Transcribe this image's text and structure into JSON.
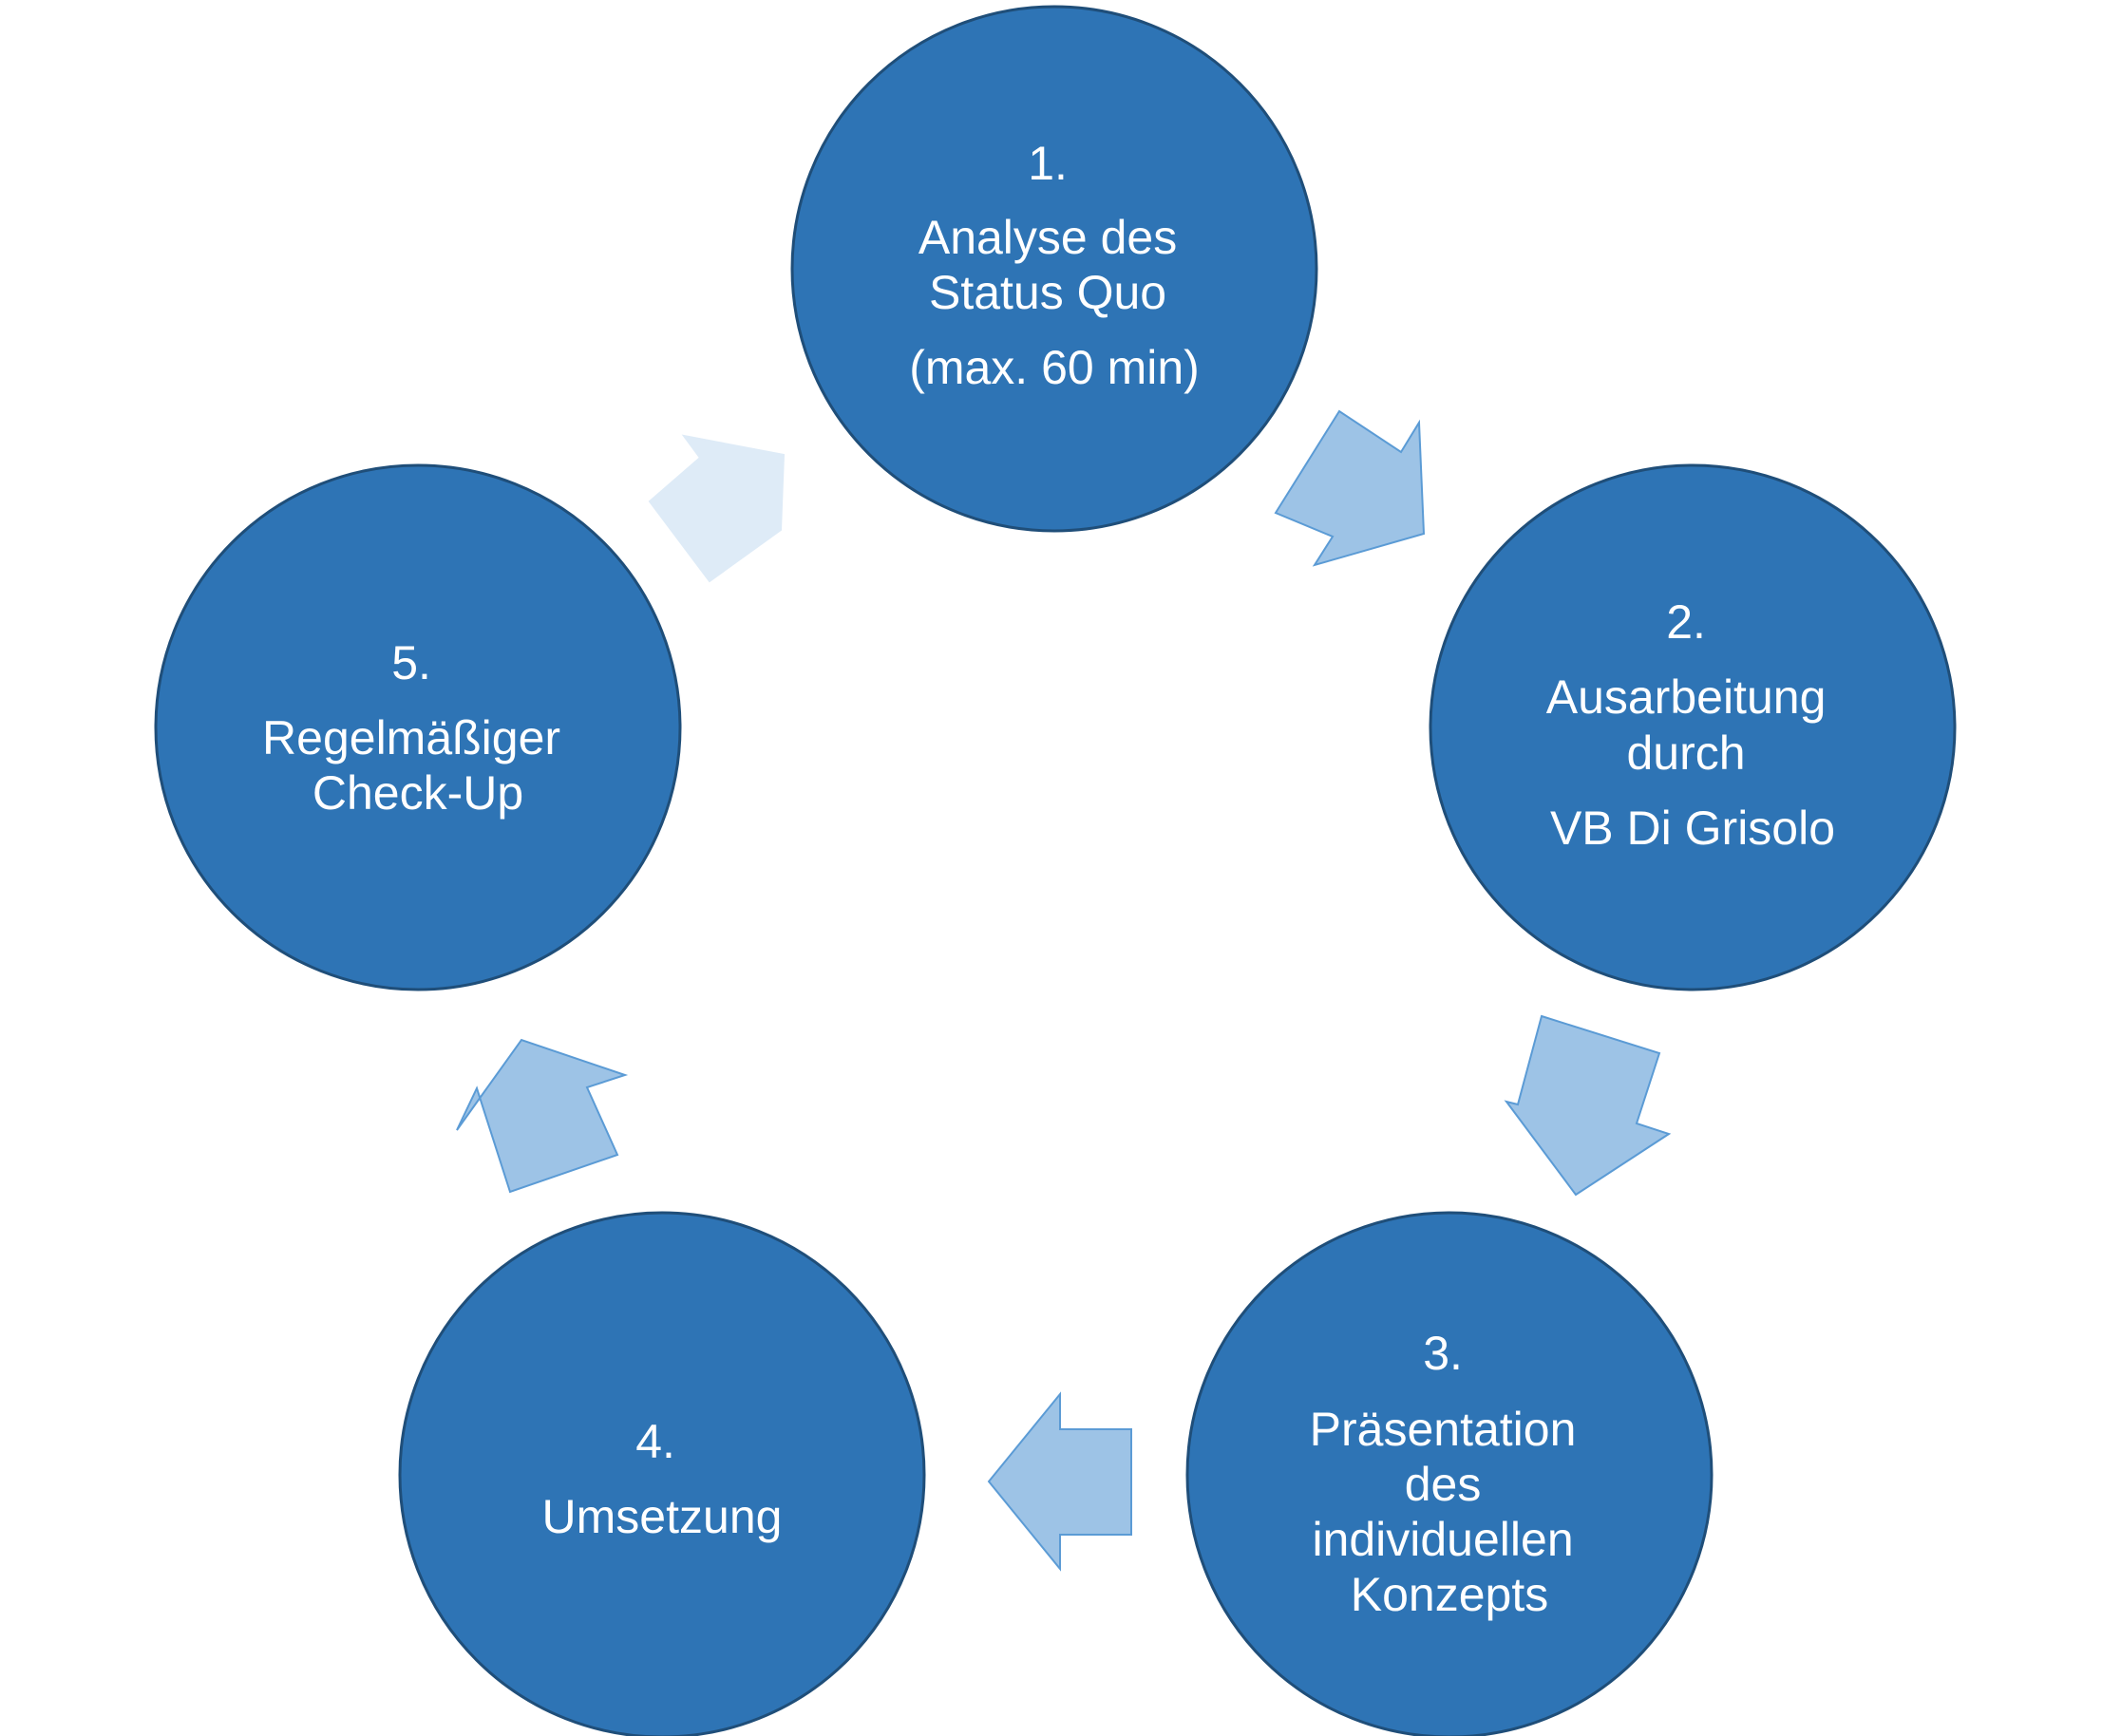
{
  "diagram": {
    "type": "cycle",
    "colors": {
      "circle_fill": "#2e74b5",
      "circle_stroke": "#1f4e79",
      "arrow_fill": "#9dc3e6",
      "arrow_faded_fill": "#deebf7",
      "arrow_stroke": "#5b9bd5",
      "text": "#ffffff"
    },
    "steps": [
      {
        "number": "1.",
        "lines": [
          "Analyse des",
          "Status Quo"
        ],
        "note": "(max. 60 min)"
      },
      {
        "number": "2.",
        "lines": [
          "Ausarbeitung",
          "durch"
        ],
        "note": "VB Di Grisolo"
      },
      {
        "number": "3.",
        "lines": [
          "Präsentation",
          "des",
          "individuellen",
          "Konzepts"
        ]
      },
      {
        "number": "4.",
        "lines": [
          "Umsetzung"
        ]
      },
      {
        "number": "5.",
        "lines": [
          "Regelmäßiger",
          "Check-Up"
        ]
      }
    ],
    "arrows": [
      {
        "from": "1.",
        "to": "2.",
        "style": "normal"
      },
      {
        "from": "2.",
        "to": "3.",
        "style": "normal"
      },
      {
        "from": "3.",
        "to": "4.",
        "style": "normal"
      },
      {
        "from": "4.",
        "to": "5.",
        "style": "normal"
      },
      {
        "from": "5.",
        "to": "1.",
        "style": "faded"
      }
    ]
  }
}
